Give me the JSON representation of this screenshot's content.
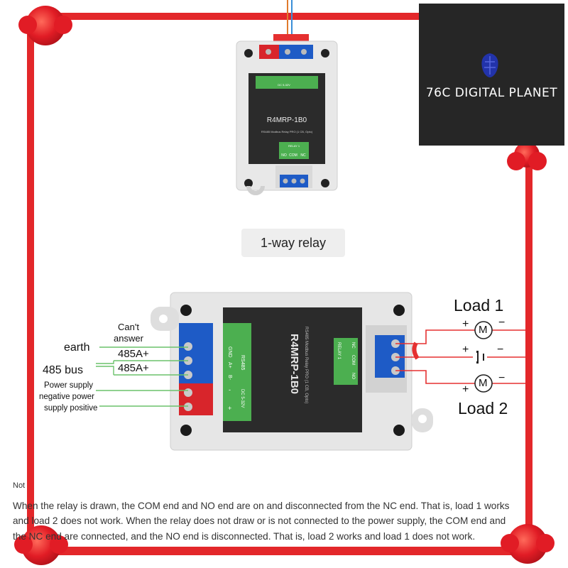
{
  "brand": {
    "name": "76C DIGITAL PLANET"
  },
  "top_device": {
    "model": "R4MRP-1B0",
    "subtitle": "RS485 Modbus Relay PRO (1 CB, Opto)",
    "power_label": "DC 5-32V",
    "relay_label": "RELAY 1",
    "pins": [
      "NO",
      "COM",
      "NC"
    ]
  },
  "relay_tag": "1-way relay",
  "main_device": {
    "model": "R4MRP-1B0",
    "subtitle": "RS485 Modbus Relay PRO (1 CB, Opto)",
    "rs485_label": "RS485",
    "power_label": "DC 5-32V",
    "relay_label": "RELAY 1",
    "left_pins": [
      "GND",
      "A+",
      "B-",
      "-",
      "+"
    ],
    "relay_pins": [
      "NO",
      "COM",
      "NC"
    ]
  },
  "wiring": {
    "cant_answer": "Can't\nanswer",
    "earth": "earth",
    "bus": "485 bus",
    "a_plus_1": "485A+",
    "a_plus_2": "485A+",
    "power_supply": "Power supply",
    "negative_power": "negative power",
    "supply_positive": "supply positive",
    "load1": "Load 1",
    "load2": "Load 2",
    "motor_symbol": "M",
    "plus": "+",
    "minus": "−"
  },
  "note": {
    "heading": "Not",
    "line1": "When the relay is drawn, the COM end and NO end are on and disconnected from the NC end. That is, load 1 works",
    "line2": "and load 2 does not work. When the relay does not draw or is not connected to the power supply, the COM end and",
    "line3": "the NC end are connected, and the NO end is disconnected. That is, load 2 works and load 1 does not work."
  },
  "colors": {
    "frame_red": "#e3272a",
    "terminal_blue": "#1e5bc6",
    "terminal_red": "#d8252b",
    "label_green": "#4caf50",
    "module_dark": "#2b2b2b",
    "casing_grey": "#e6e6e6"
  }
}
